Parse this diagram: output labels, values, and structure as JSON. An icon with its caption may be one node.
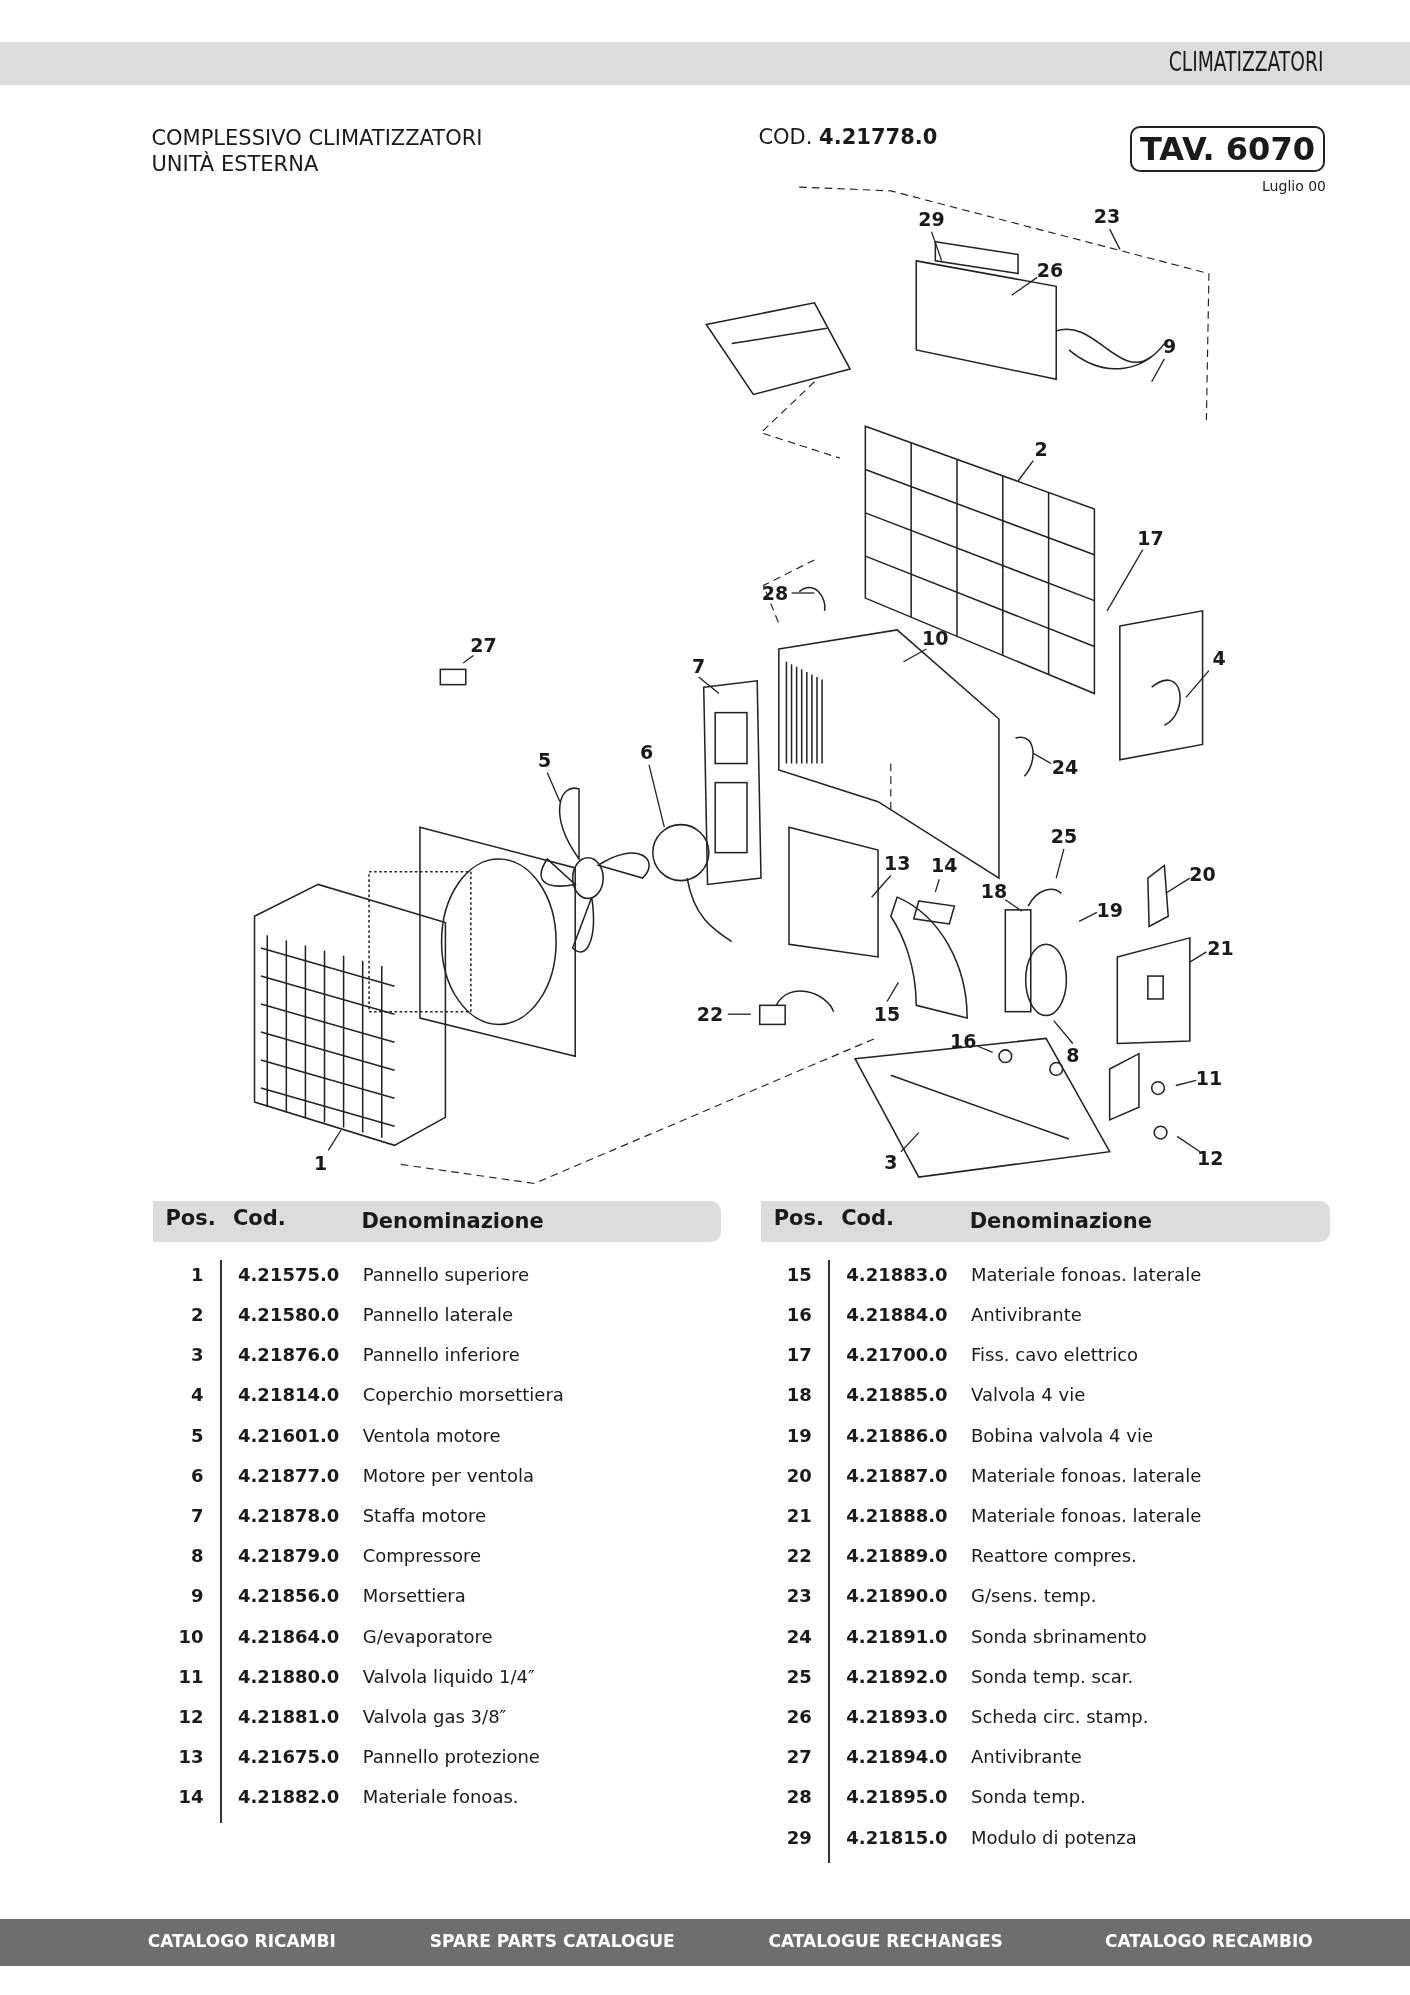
{
  "diagram": {
    "nodes": [
      {
        "text": [
          "29"
        ]
      },
      {
        "text": [
          "23"
        ]
      },
      {
        "text": [
          "26"
        ]
      },
      {
        "text": [
          "9"
        ]
      },
      {
        "text": [
          "2"
        ]
      },
      {
        "text": [
          "17"
        ]
      },
      {
        "text": [
          "28"
        ]
      },
      {
        "text": [
          "10"
        ]
      },
      {
        "text": [
          "27"
        ]
      },
      {
        "text": [
          "7"
        ]
      },
      {
        "text": [
          "4"
        ]
      },
      {
        "text": [
          "5"
        ]
      },
      {
        "text": [
          "6"
        ]
      },
      {
        "text": [
          "24"
        ]
      },
      {
        "text": [
          "25"
        ]
      },
      {
        "text": [
          "13"
        ]
      },
      {
        "text": [
          "14"
        ]
      },
      {
        "text": [
          "20"
        ]
      },
      {
        "text": [
          "18"
        ]
      },
      {
        "text": [
          "19"
        ]
      },
      {
        "text": [
          "21"
        ]
      },
      {
        "text": [
          "22"
        ]
      },
      {
        "text": [
          "15"
        ]
      },
      {
        "text": [
          "16"
        ]
      },
      {
        "text": [
          "8"
        ]
      },
      {
        "text": [
          "11"
        ]
      },
      {
        "text": [
          "3"
        ]
      },
      {
        "text": [
          "1"
        ]
      },
      {
        "text": [
          "12"
        ]
      }
    ],
    "edges": [
      {
        "from": 0,
        "to": null,
        "arrow": "none"
      },
      {
        "from": 1,
        "to": null,
        "arrow": "none"
      },
      {
        "from": 2,
        "to": null,
        "arrow": "none"
      },
      {
        "from": 3,
        "to": null,
        "arrow": "none"
      },
      {
        "from": 4,
        "to": null,
        "arrow": "none"
      },
      {
        "from": 5,
        "to": null,
        "arrow": "none"
      },
      {
        "from": 6,
        "to": null,
        "arrow": "none"
      },
      {
        "from": 7,
        "to": null,
        "arrow": "none"
      },
      {
        "from": 8,
        "to": null,
        "arrow": "none"
      },
      {
        "from": 9,
        "to": null,
        "arrow": "none"
      },
      {
        "from": 10,
        "to": null,
        "arrow": "none"
      },
      {
        "from": 11,
        "to": null,
        "arrow": "none"
      },
      {
        "from": 12,
        "to": null,
        "arrow": "none"
      },
      {
        "from": 13,
        "to": null,
        "arrow": "none"
      },
      {
        "from": 14,
        "to": null,
        "arrow": "none"
      },
      {
        "from": 15,
        "to": null,
        "arrow": "none"
      },
      {
        "from": 16,
        "to": null,
        "arrow": "none"
      },
      {
        "from": 17,
        "to": null,
        "arrow": "none"
      },
      {
        "from": 18,
        "to": null,
        "arrow": "none"
      },
      {
        "from": 19,
        "to": null,
        "arrow": "none"
      },
      {
        "from": 20,
        "to": null,
        "arrow": "none"
      },
      {
        "from": 21,
        "to": null,
        "arrow": "none"
      },
      {
        "from": 22,
        "to": null,
        "arrow": "none"
      },
      {
        "from": 23,
        "to": null,
        "arrow": "none"
      },
      {
        "from": 24,
        "to": null,
        "arrow": "none"
      },
      {
        "from": 25,
        "to": null,
        "arrow": "none"
      },
      {
        "from": 26,
        "to": null,
        "arrow": "none"
      },
      {
        "from": 27,
        "to": null,
        "arrow": "none"
      },
      {
        "from": 28,
        "to": null,
        "arrow": "none"
      }
    ],
    "labels": [
      "CLIMATIZZATORI",
      "COMPLESSIVO CLIMATIZZATORI UNITÀ ESTERNA",
      "COD. **4.21778.0**",
      "TAV. 6070",
      "Luglio 00",
      "Pos.",
      "Cod.",
      "Denominazione",
      "1",
      "4.21575.0",
      "Pannello superiore",
      "2",
      "4.21580.0",
      "Pannello laterale",
      "3",
      "4.21876.0",
      "Pannello inferiore",
      "4",
      "4.21814.0",
      "Coperchio morsettiera",
      "5",
      "4.21601.0",
      "Ventola motore",
      "6",
      "4.21877.0",
      "Motore per ventola",
      "7",
      "4.21878.0",
      "Staffa motore",
      "8",
      "4.21879.0",
      "Compressore",
      "9",
      "4.21856.0",
      "Morsettiera",
      "10",
      "4.21864.0",
      "G/evaporatore",
      "11",
      "4.21880.0",
      "Valvola liquido 1/4″",
      "12",
      "4.21881.0",
      "Valvola gas 3/8″",
      "13",
      "4.21675.0",
      "Pannello protezione",
      "14",
      "4.21882.0",
      "Materiale fonoas.",
      "Pos.",
      "Cod.",
      "Denominazione",
      "15",
      "4.21883.0",
      "Materiale fonoas. laterale",
      "16",
      "4.21884.0",
      "Antivibrante",
      "17",
      "4.21700.0",
      "Fiss. cavo elettrico",
      "18",
      "4.21885.0",
      "Valvola 4 vie",
      "19",
      "4.21886.0",
      "Bobina valvola 4 vie",
      "20",
      "4.21887.0",
      "Materiale fonoas. laterale",
      "21",
      "4.21888.0",
      "Materiale fonoas. laterale",
      "22",
      "4.21889.0",
      "Reattore compres.",
      "23",
      "4.21890.0",
      "G/sens. temp.",
      "24",
      "4.21891.0",
      "Sonda sbrinamento",
      "25",
      "4.21892.0",
      "Sonda temp. scar.",
      "26",
      "4.21893.0",
      "Scheda circ. stamp.",
      "27",
      "4.21894.0",
      "Antivibrante",
      "28",
      "4.21895.0",
      "Sonda temp.",
      "29",
      "4.21815.0",
      "Modulo di potenza",
      "CATALOGO RICAMBI",
      "SPARE PARTS CATALOGUE",
      "CATALOGUE RECHANGES",
      "CATALOGO RECAMBIO"
    ]
  }
}
